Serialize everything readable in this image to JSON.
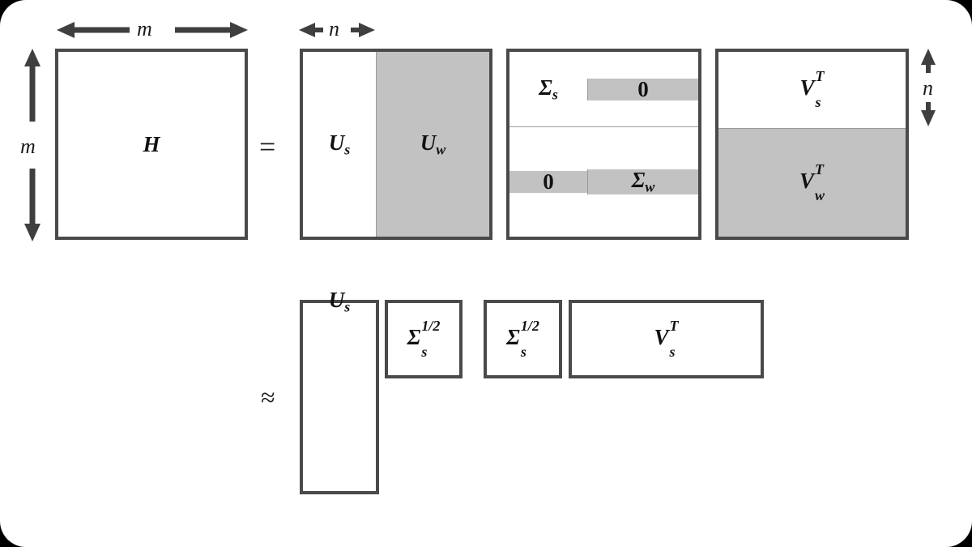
{
  "figure": {
    "title": "Truncated SVD block decomposition",
    "background_color": "#000000",
    "card_color": "#ffffff",
    "border_color": "#4a4a4a",
    "gray_fill": "#c2c2c2",
    "text_color": "#111111"
  },
  "dimensions": {
    "top_width_label": "m",
    "top_rank_label": "n",
    "left_height_label": "m",
    "right_height_label": "n"
  },
  "operators": {
    "equals": "=",
    "approx": "≈"
  },
  "row_exact": {
    "H": {
      "label": "H"
    },
    "U": {
      "cells": [
        {
          "label": "U",
          "sub": "s",
          "shade": "white"
        },
        {
          "label": "U",
          "sub": "w",
          "shade": "gray"
        }
      ]
    },
    "Sigma": {
      "cells": [
        {
          "label": "Σ",
          "sub": "s",
          "shade": "white"
        },
        {
          "label": "0",
          "sub": "",
          "shade": "gray"
        },
        {
          "label": "0",
          "sub": "",
          "shade": "gray"
        },
        {
          "label": "Σ",
          "sub": "w",
          "shade": "gray"
        }
      ]
    },
    "V": {
      "cells": [
        {
          "label": "V",
          "sup": "T",
          "sub": "s",
          "shade": "white"
        },
        {
          "label": "V",
          "sup": "T",
          "sub": "w",
          "shade": "gray"
        }
      ]
    }
  },
  "row_approx": {
    "Us": {
      "label": "U",
      "sub": "s"
    },
    "SigmaL": {
      "label": "Σ",
      "sup": "1/2",
      "sub": "s"
    },
    "SigmaR": {
      "label": "Σ",
      "sup": "1/2",
      "sub": "s"
    },
    "VsT": {
      "label": "V",
      "sup": "T",
      "sub": "s"
    }
  }
}
